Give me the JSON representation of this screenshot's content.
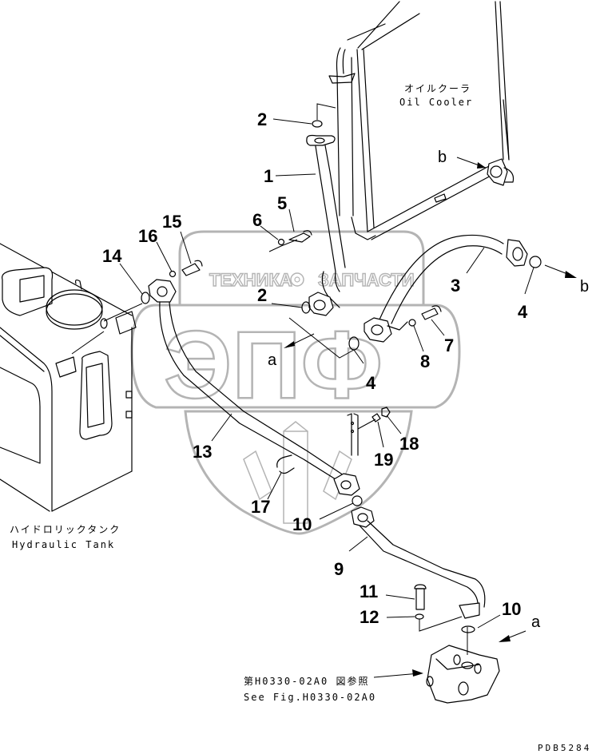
{
  "watermark": {
    "brand_letters": "ЭПФ",
    "left_word": "ТЕХНИКА",
    "right_word": "ЗАПЧАСТИ",
    "icon": "gear-icon",
    "color": "#b4b4b4"
  },
  "labels": {
    "oil_cooler_jp": "オイルクーラ",
    "oil_cooler_en": "Oil Cooler",
    "hydraulic_tank_jp": "ハイドロリックタンク",
    "hydraulic_tank_en": "Hydraulic Tank",
    "see_fig_jp": "第H0330-02A0 図参照",
    "see_fig_en": "See Fig.H0330-02A0",
    "drawing_code": "PDB5284"
  },
  "connection_refs": {
    "b_top": "b",
    "b_right": "b",
    "a_center": "a",
    "a_bottom": "a"
  },
  "callouts": {
    "c1": "1",
    "c2a": "2",
    "c2b": "2",
    "c3": "3",
    "c4a": "4",
    "c4b": "4",
    "c5": "5",
    "c6": "6",
    "c7": "7",
    "c8": "8",
    "c9": "9",
    "c10a": "10",
    "c10b": "10",
    "c11": "11",
    "c12": "12",
    "c13": "13",
    "c14": "14",
    "c15": "15",
    "c16": "16",
    "c17": "17",
    "c18": "18",
    "c19": "19"
  }
}
